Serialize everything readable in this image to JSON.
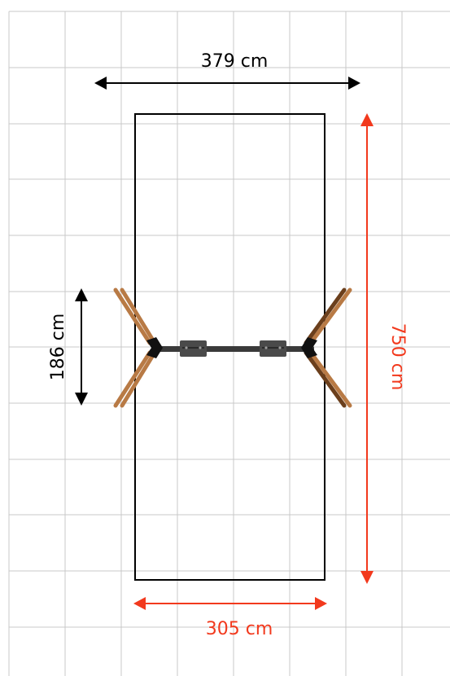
{
  "dimensions": {
    "top_width": {
      "label": "379 cm",
      "color": "#000000"
    },
    "bottom_width": {
      "label": "305 cm",
      "color": "#f2391d"
    },
    "right_length": {
      "label": "750 cm",
      "color": "#f2391d"
    },
    "left_frame_width": {
      "label": "186 cm",
      "color": "#000000"
    }
  },
  "colors": {
    "grid": "#c8c8c8",
    "area_outline": "#000000",
    "wood": "#b87a45",
    "wood_dark": "#6b3f1c",
    "beam": "#3a3a3a",
    "bracket": "#111111",
    "accent": "#f2391d"
  },
  "icons": {
    "arrow_head": "arrow-head-icon",
    "swing_seat": "swing-seat-icon"
  }
}
